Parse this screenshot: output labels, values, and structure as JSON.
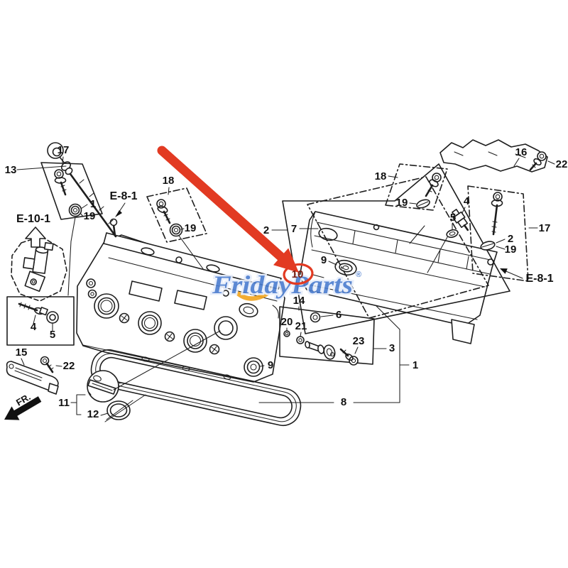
{
  "colors": {
    "ink": "#1e1e1e",
    "arrow_red": "#e23a22",
    "highlight_text_red": "#7c2013",
    "watermark_blue": "#4a7ccf",
    "swoosh_orange": "#f2a51d"
  },
  "watermark": {
    "name": "FridayParts",
    "registered": "®"
  },
  "direction": {
    "label": "FR."
  },
  "highlight": {
    "part": "10"
  },
  "callouts": [
    {
      "text": "13"
    },
    {
      "text": "17"
    },
    {
      "text": "1"
    },
    {
      "text": "19"
    },
    {
      "text": "E-8-1"
    },
    {
      "text": "E-10-1"
    },
    {
      "text": "18"
    },
    {
      "text": "19"
    },
    {
      "text": "2"
    },
    {
      "text": "7"
    },
    {
      "text": "9"
    },
    {
      "text": "14"
    },
    {
      "text": "20"
    },
    {
      "text": "21"
    },
    {
      "text": "6"
    },
    {
      "text": "23"
    },
    {
      "text": "3"
    },
    {
      "text": "1"
    },
    {
      "text": "8"
    },
    {
      "text": "9"
    },
    {
      "text": "4"
    },
    {
      "text": "5"
    },
    {
      "text": "15"
    },
    {
      "text": "22"
    },
    {
      "text": "11"
    },
    {
      "text": "12"
    },
    {
      "text": "16"
    },
    {
      "text": "22"
    },
    {
      "text": "4"
    },
    {
      "text": "5"
    },
    {
      "text": "2"
    },
    {
      "text": "19"
    },
    {
      "text": "17"
    },
    {
      "text": "18"
    },
    {
      "text": "19"
    },
    {
      "text": "E-8-1"
    }
  ]
}
